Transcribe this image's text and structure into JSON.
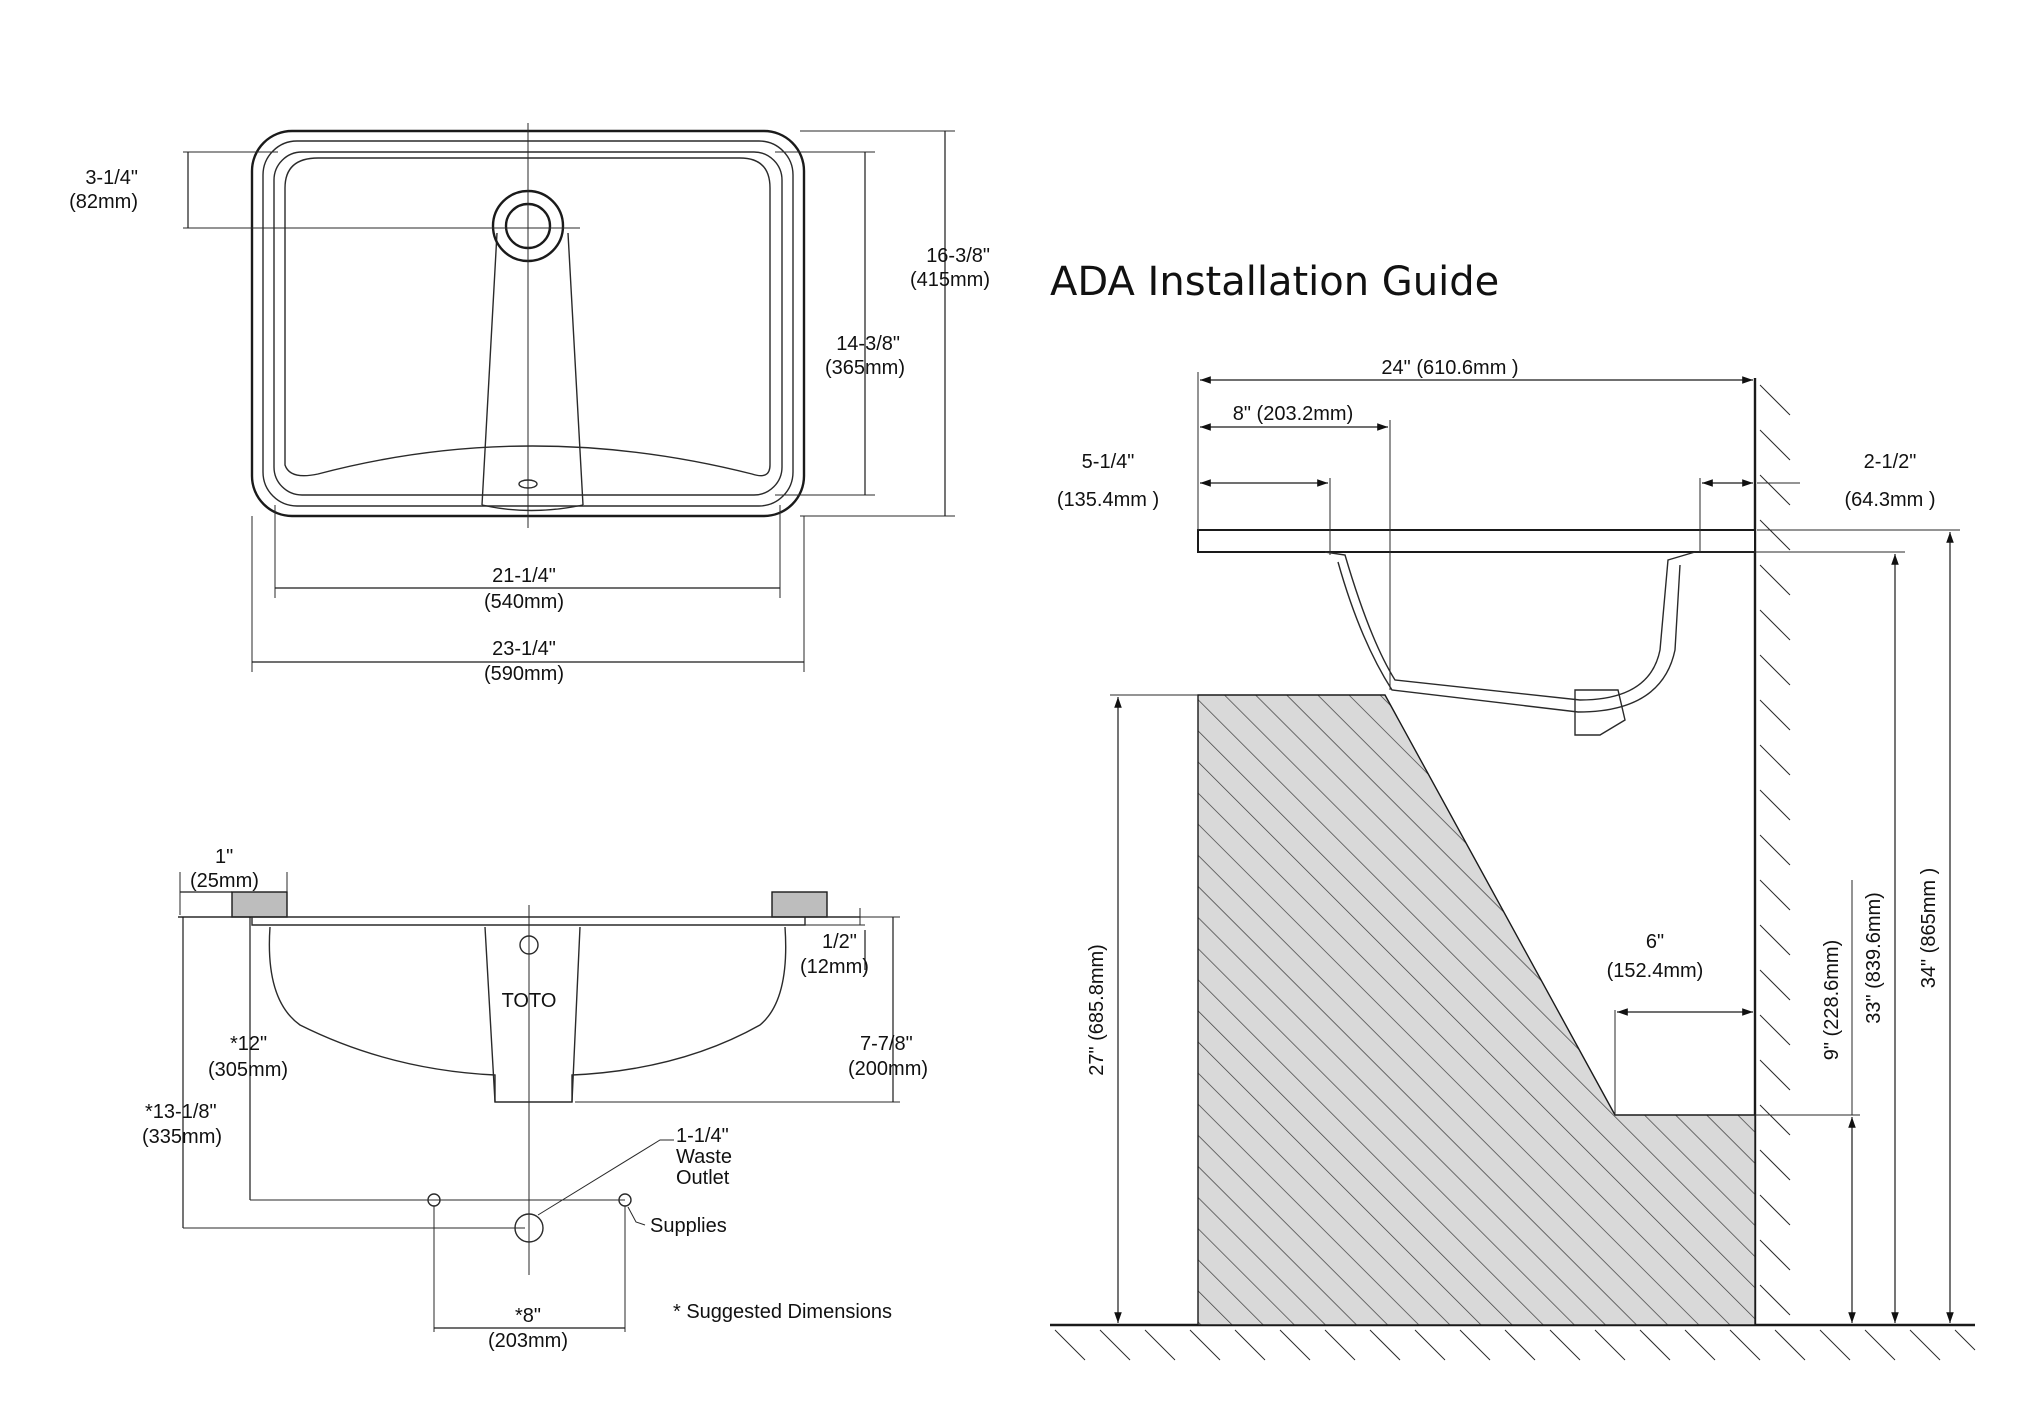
{
  "ada": {
    "title": "ADA Installation Guide",
    "dim_24": "24\" (610.6mm )",
    "dim_8": "8\" (203.2mm)",
    "dim_5_1_4_in": "5-1/4\"",
    "dim_5_1_4_mm": "(135.4mm )",
    "dim_2_1_2_in": "2-1/2\"",
    "dim_2_1_2_mm": "(64.3mm )",
    "dim_6_in": "6\"",
    "dim_6_mm": "(152.4mm)",
    "dim_27": "27\" (685.8mm)",
    "dim_9": "9\" (228.6mm)",
    "dim_33": "33\" (839.6mm)",
    "dim_34": "34\" (865mm )"
  },
  "top_view": {
    "dim_3_1_4_in": "3-1/4\"",
    "dim_3_1_4_mm": "(82mm)",
    "dim_16_3_8_in": "16-3/8\"",
    "dim_16_3_8_mm": "(415mm)",
    "dim_14_3_8_in": "14-3/8\"",
    "dim_14_3_8_mm": "(365mm)",
    "dim_21_1_4_in": "21-1/4\"",
    "dim_21_1_4_mm": "(540mm)",
    "dim_23_1_4_in": "23-1/4\"",
    "dim_23_1_4_mm": "(590mm)"
  },
  "section_view": {
    "dim_1_in": "1\"",
    "dim_1_mm": "(25mm)",
    "dim_1_2_in": "1/2\"",
    "dim_1_2_mm": "(12mm)",
    "dim_12_in": "*12\"",
    "dim_12_mm": "(305mm)",
    "dim_7_7_8_in": "7-7/8\"",
    "dim_7_7_8_mm": "(200mm)",
    "dim_13_1_8_in": "*13-1/8\"",
    "dim_13_1_8_mm": "(335mm)",
    "waste_line1": "1-1/4\"",
    "waste_line2": "Waste",
    "waste_line3": "Outlet",
    "supplies": "Supplies",
    "dim_8_in": "*8\"",
    "dim_8_mm": "(203mm)",
    "brand": "TOTO",
    "note": "* Suggested Dimensions"
  }
}
